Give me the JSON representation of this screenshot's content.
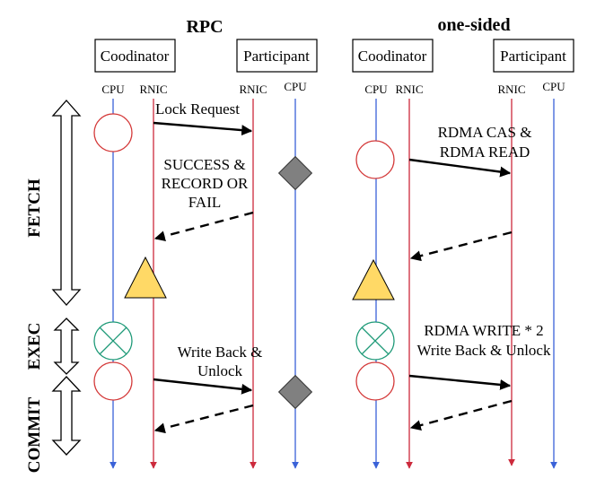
{
  "titles": {
    "rpc": "RPC",
    "onesided": "one-sided"
  },
  "boxes": {
    "rpc_coordinator": "Coodinator",
    "rpc_participant": "Participant",
    "os_coordinator": "Coodinator",
    "os_participant": "Participant"
  },
  "lane_labels": {
    "rpc_coord_cpu": "CPU",
    "rpc_coord_rnic": "RNIC",
    "rpc_part_rnic": "RNIC",
    "rpc_part_cpu": "CPU",
    "os_coord_cpu": "CPU",
    "os_coord_rnic": "RNIC",
    "os_part_rnic": "RNIC",
    "os_part_cpu": "CPU"
  },
  "phases": {
    "fetch": "FETCH",
    "exec": "EXEC",
    "commit": "COMMIT"
  },
  "messages": {
    "lock_request": "Lock Request",
    "success_line1": "SUCCESS &",
    "success_line2": "RECORD OR",
    "success_line3": "FAIL",
    "rpc_writeback_line1": "Write Back &",
    "rpc_writeback_line2": "Unlock",
    "rdma_cas_line1": "RDMA CAS &",
    "rdma_cas_line2": "RDMA READ",
    "rdma_write_line1": "RDMA WRITE * 2",
    "rdma_write_line2": "Write Back & Unlock"
  },
  "colors": {
    "cpu_lane": "#3a62d8",
    "rnic_lane": "#cc2a3c",
    "circle_red": "#d43a3a",
    "circle_green": "#1f9a78",
    "triangle_fill": "#ffd966",
    "diamond_fill": "#808080"
  }
}
